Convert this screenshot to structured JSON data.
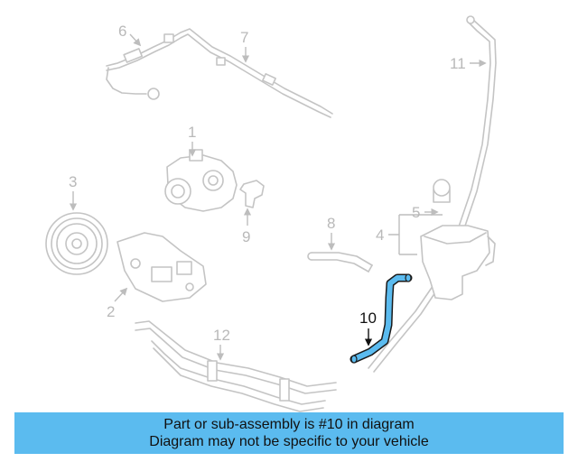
{
  "callouts": {
    "c1": "1",
    "c2": "2",
    "c3": "3",
    "c4": "4",
    "c5": "5",
    "c6": "6",
    "c7": "7",
    "c8": "8",
    "c9": "9",
    "c10": "10",
    "c11": "11",
    "c12": "12"
  },
  "highlight_color": "#5bbbef",
  "banner": {
    "line1": "Part or sub-assembly is #10 in diagram",
    "line2": "Diagram may not be specific to your vehicle"
  }
}
